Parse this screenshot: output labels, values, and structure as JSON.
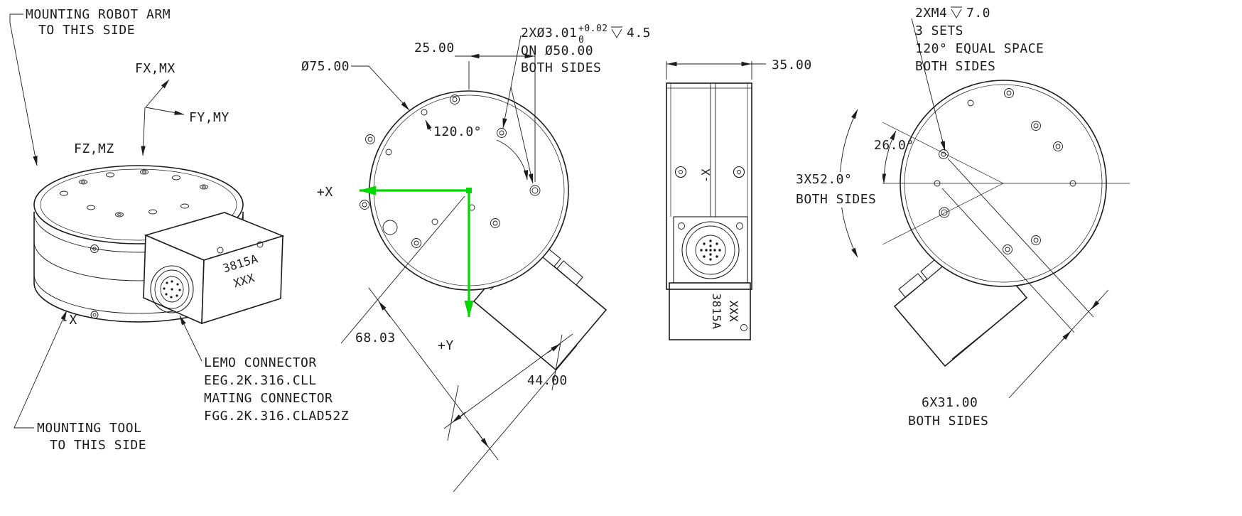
{
  "drawing": {
    "colors": {
      "line": "#1c1c1c",
      "axis_green": "#00d800"
    },
    "iso": {
      "note_top_1": "MOUNTING ROBOT ARM",
      "note_top_2": "TO THIS SIDE",
      "axis_fx": "FX,MX",
      "axis_fy": "FY,MY",
      "axis_fz": "FZ,MZ",
      "neg_x": "-X",
      "model_1": "3815A",
      "model_2": "XXX",
      "lemo_1": "LEMO CONNECTOR",
      "lemo_2": "EEG.2K.316.CLL",
      "lemo_3": "MATING CONNECTOR",
      "lemo_4": "FGG.2K.316.CLAD52Z",
      "note_bottom_1": "MOUNTING TOOL",
      "note_bottom_2": "TO THIS SIDE"
    },
    "front": {
      "dia": "Ø75.00",
      "dim_25": "25.00",
      "note_1": "2XØ3.01",
      "tol_plus": "+0.02",
      "tol_zero": "0",
      "depth": "4.5",
      "note_2": "ON Ø50.00",
      "note_3": "BOTH SIDES",
      "angle_120": "120.0°",
      "axis_x": "+X",
      "axis_y": "+Y",
      "dim_68": "68.03",
      "dim_44": "44.00"
    },
    "side": {
      "dim_35": "35.00",
      "neg_x": "-X",
      "model_1": "3815A",
      "model_2": "XXX"
    },
    "right": {
      "tap_1": "2XM4",
      "tap_depth": "7.0",
      "tap_2": "3 SETS",
      "tap_3": "120° EQUAL SPACE",
      "tap_4": "BOTH SIDES",
      "angle_26": "26.0°",
      "angle_52": "3X52.0°",
      "angle_52_note": "BOTH SIDES",
      "dim_31": "6X31.00",
      "dim_31_note": "BOTH SIDES"
    }
  }
}
